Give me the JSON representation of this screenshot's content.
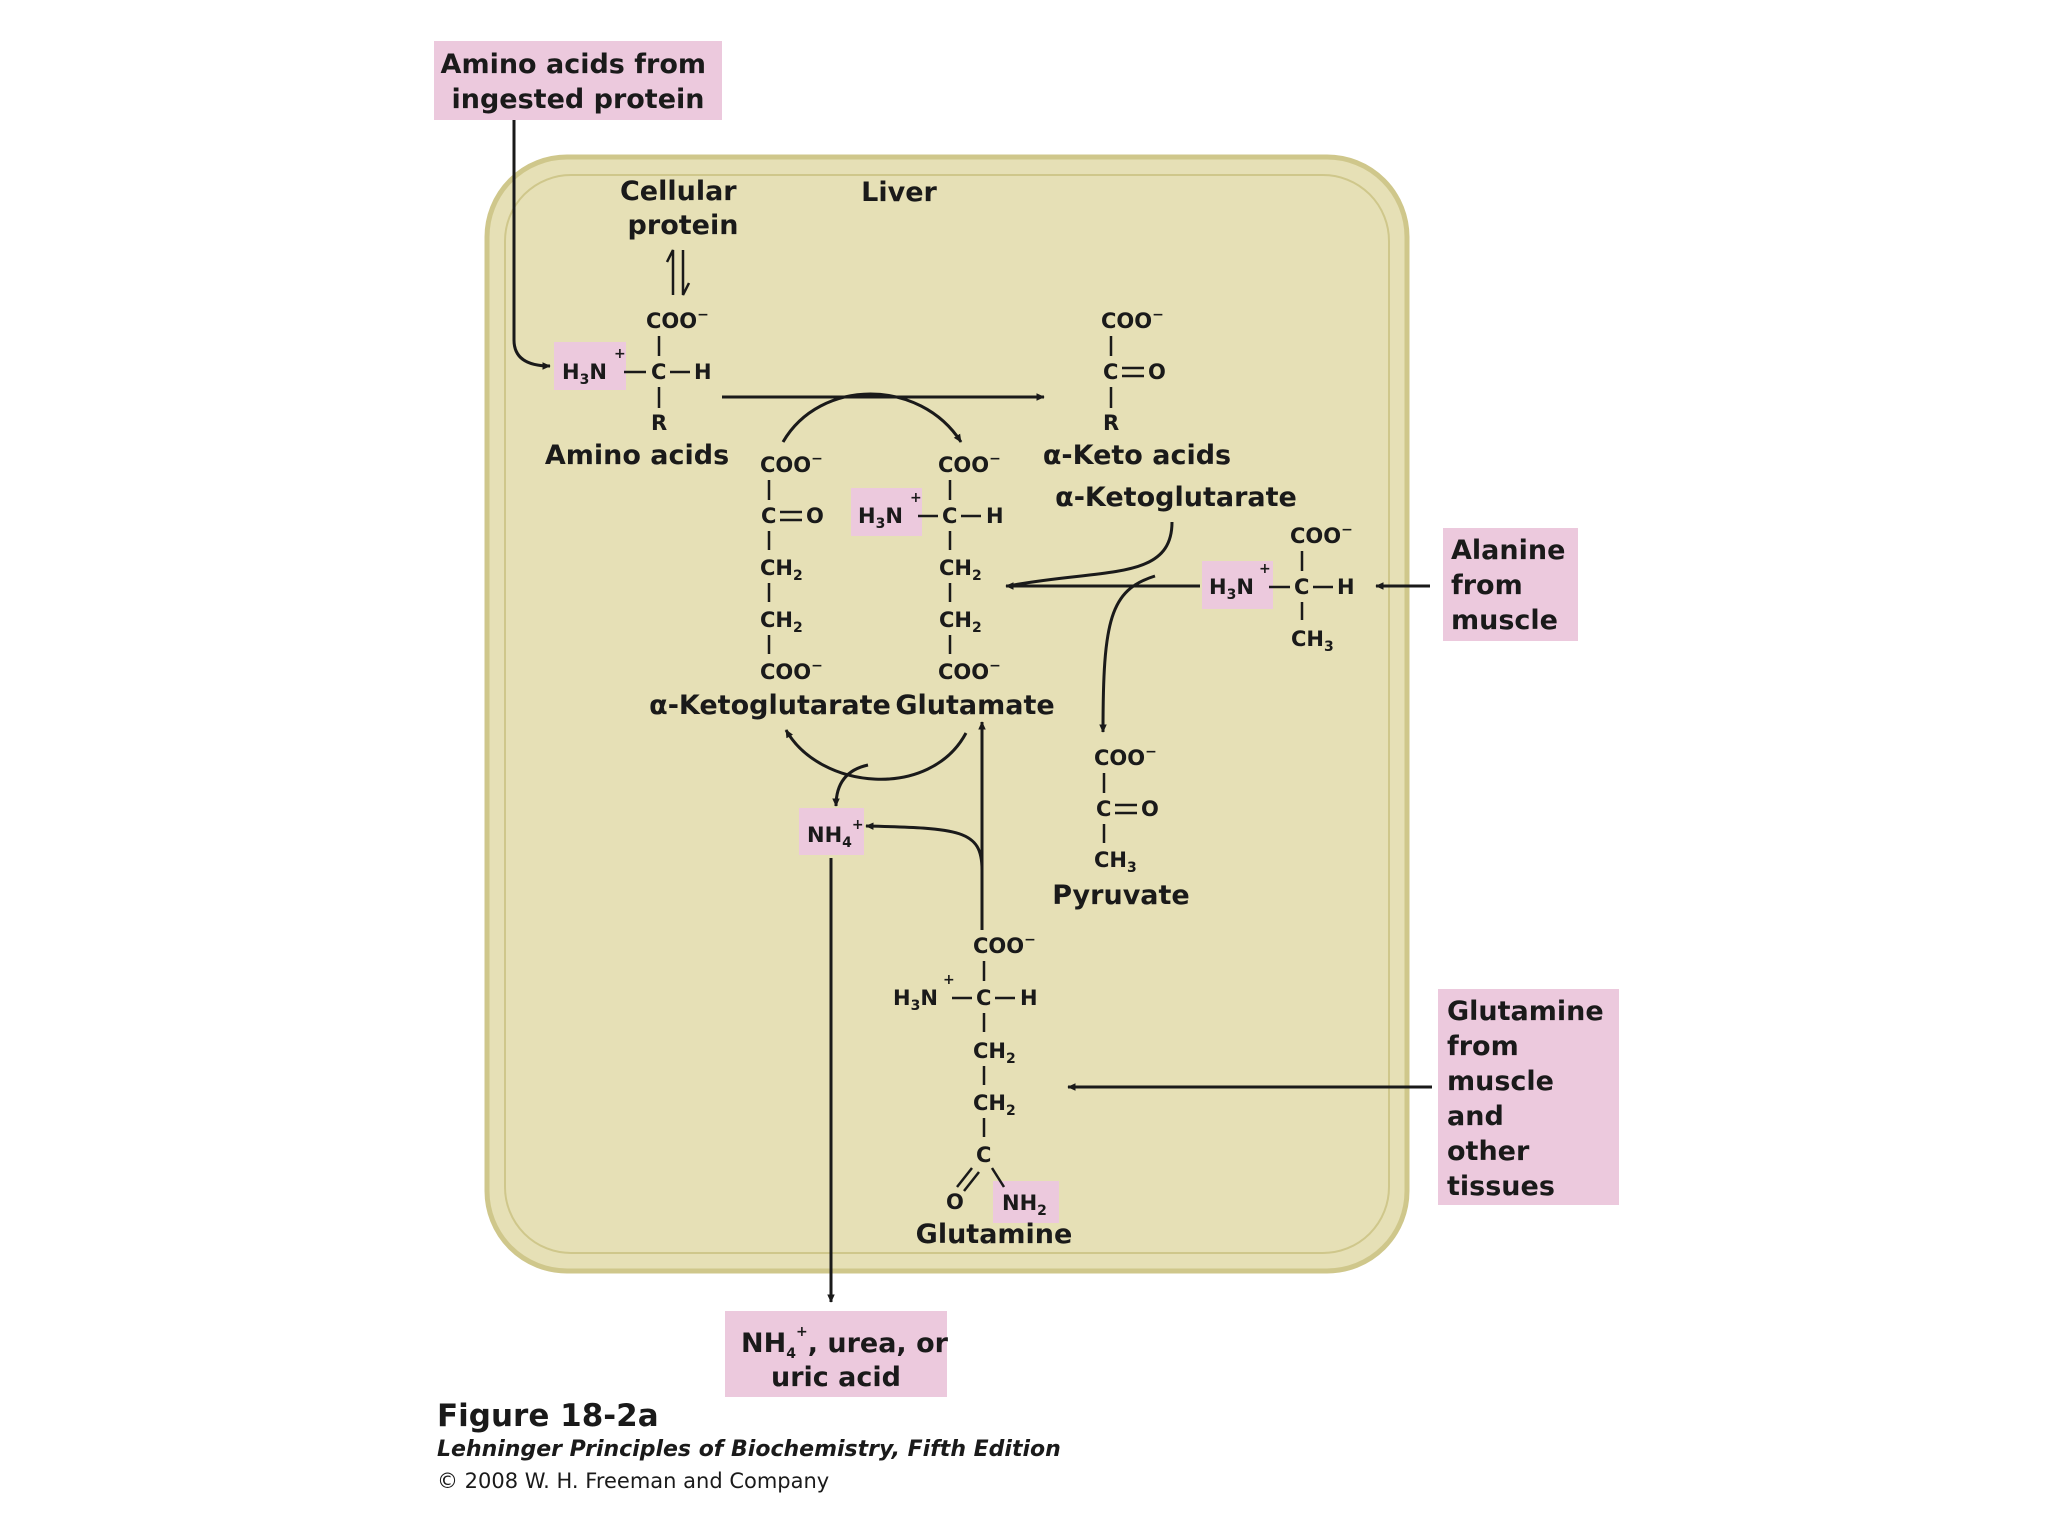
{
  "colors": {
    "liver_fill": "#e6e0b6",
    "liver_border": "#cfc78b",
    "highlight": "#ecc9dd",
    "ink": "#1a1a1a"
  },
  "liver": {
    "label": "Liver",
    "cellular_protein": [
      "Cellular",
      "protein"
    ]
  },
  "boxes": {
    "ingested": [
      "Amino acids from",
      "ingested protein"
    ],
    "alanine": [
      "Alanine",
      "from",
      "muscle"
    ],
    "glutamine": [
      "Glutamine",
      "from",
      "muscle",
      "and",
      "other",
      "tissues"
    ],
    "output": {
      "nh4": "NH",
      "nh4_sub": "4",
      "nh4_sup": "+",
      "rest": ", urea, or",
      "line2": "uric acid"
    }
  },
  "molecule_labels": {
    "amino_acids": "Amino acids",
    "keto_acids": "α-Keto acids",
    "ketoglutarate_top": "α-Ketoglutarate",
    "ketoglutarate_left": "α-Ketoglutarate",
    "glutamate": "Glutamate",
    "pyruvate": "Pyruvate",
    "glutamine": "Glutamine"
  },
  "chem": {
    "coo": "COO",
    "minus": "−",
    "c": "C",
    "h": "H",
    "r": "R",
    "o": "O",
    "h3n_h": "H",
    "h3n_3": "3",
    "h3n_n": "N",
    "plus": "+",
    "ch": "CH",
    "two": "2",
    "three": "3",
    "nh": "NH",
    "four": "4"
  },
  "caption": {
    "title": "Figure 18-2a",
    "book": "Lehninger Principles of Biochemistry, Fifth Edition",
    "copyright": "© 2008 W. H. Freeman and Company"
  }
}
